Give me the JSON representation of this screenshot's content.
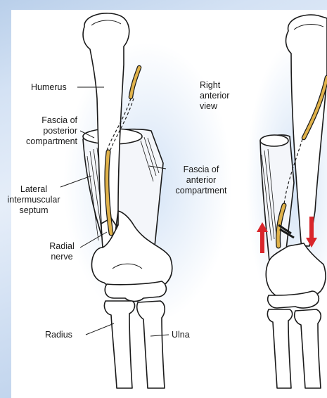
{
  "view_label": "Right\nanterior\nview",
  "labels": {
    "humerus": "Humerus",
    "fascia_posterior": "Fascia of\nposterior\ncompartment",
    "fascia_anterior": "Fascia of\nanterior\ncompartment",
    "lateral_septum": "Lateral\nintermuscular\nseptum",
    "radial_nerve": "Radial\nnerve",
    "radius": "Radius",
    "ulna": "Ulna"
  },
  "colors": {
    "bone_fill": "#ffffff",
    "bone_line": "#1a1a1a",
    "nerve": "#e0b24a",
    "arrow": "#d9262b",
    "background_blue": "#c9daf0"
  }
}
